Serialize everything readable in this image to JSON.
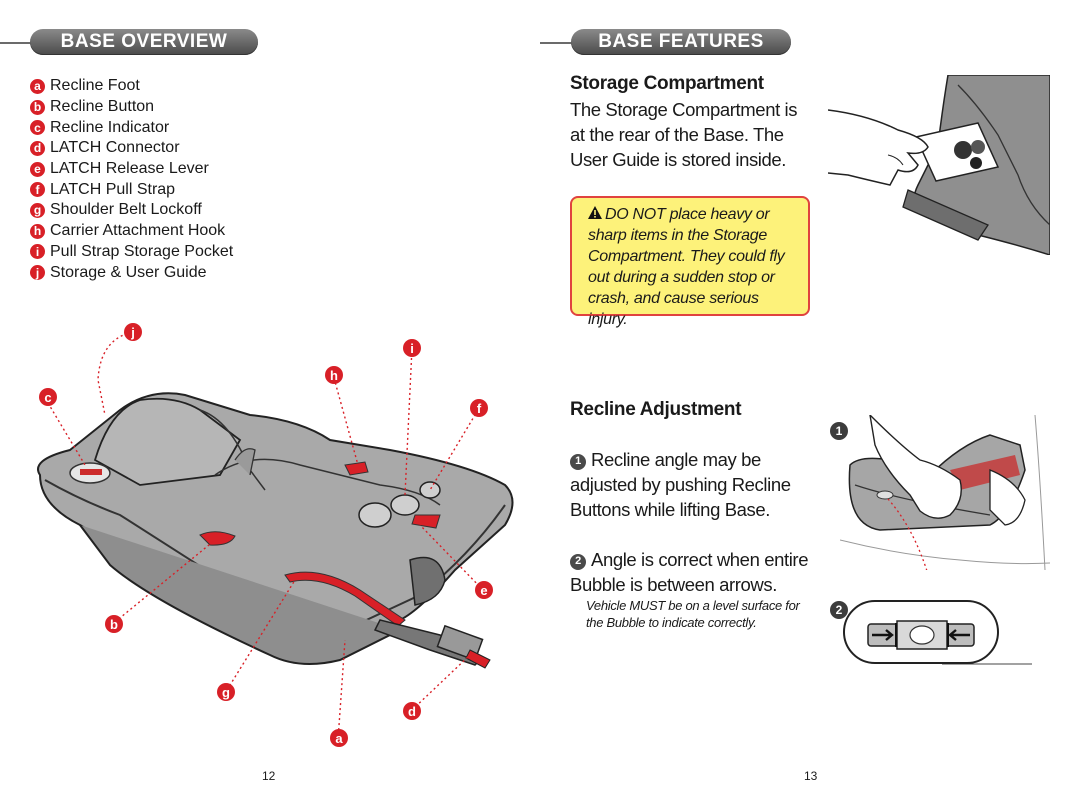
{
  "left_page": {
    "header": "BASE OVERVIEW",
    "legend": [
      {
        "letter": "a",
        "label": "Recline Foot"
      },
      {
        "letter": "b",
        "label": "Recline Button"
      },
      {
        "letter": "c",
        "label": "Recline Indicator"
      },
      {
        "letter": "d",
        "label": "LATCH Connector"
      },
      {
        "letter": "e",
        "label": "LATCH Release Lever"
      },
      {
        "letter": "f",
        "label": "LATCH Pull Strap"
      },
      {
        "letter": "g",
        "label": "Shoulder Belt Lockoff"
      },
      {
        "letter": "h",
        "label": "Carrier Attachment Hook"
      },
      {
        "letter": "i",
        "label": "Pull Strap Storage Pocket"
      },
      {
        "letter": "j",
        "label": "Storage & User Guide"
      }
    ],
    "callouts": {
      "a": "a",
      "b": "b",
      "c": "c",
      "d": "d",
      "e": "e",
      "f": "f",
      "g": "g",
      "h": "h",
      "i": "i",
      "j": "j"
    },
    "page_number": "12"
  },
  "right_page": {
    "header": "BASE FEATURES",
    "storage": {
      "title": "Storage Compartment",
      "body": "The Storage Compartment is at the rear of the Base. The User Guide is stored inside."
    },
    "warning": {
      "icon": "warning-triangle-icon",
      "text": "DO NOT place heavy or sharp items in the Storage Compartment.  They could fly out during a sudden stop or crash, and cause serious injury."
    },
    "recline": {
      "title": "Recline Adjustment",
      "step1_num": "1",
      "step1": "Recline angle may be adjusted by pushing Recline Buttons while lifting Base.",
      "step2_num": "2",
      "step2": "Angle is correct when entire Bubble is between arrows.",
      "note": "Vehicle MUST be on a level surface for the Bubble to indicate correctly."
    },
    "figure_labels": {
      "one": "1",
      "two": "2"
    },
    "page_number": "13"
  },
  "colors": {
    "accent_red": "#d82027",
    "warning_fill": "#fdf27a",
    "warning_border": "#e0433f",
    "header_gray": "#6b6b6b"
  }
}
